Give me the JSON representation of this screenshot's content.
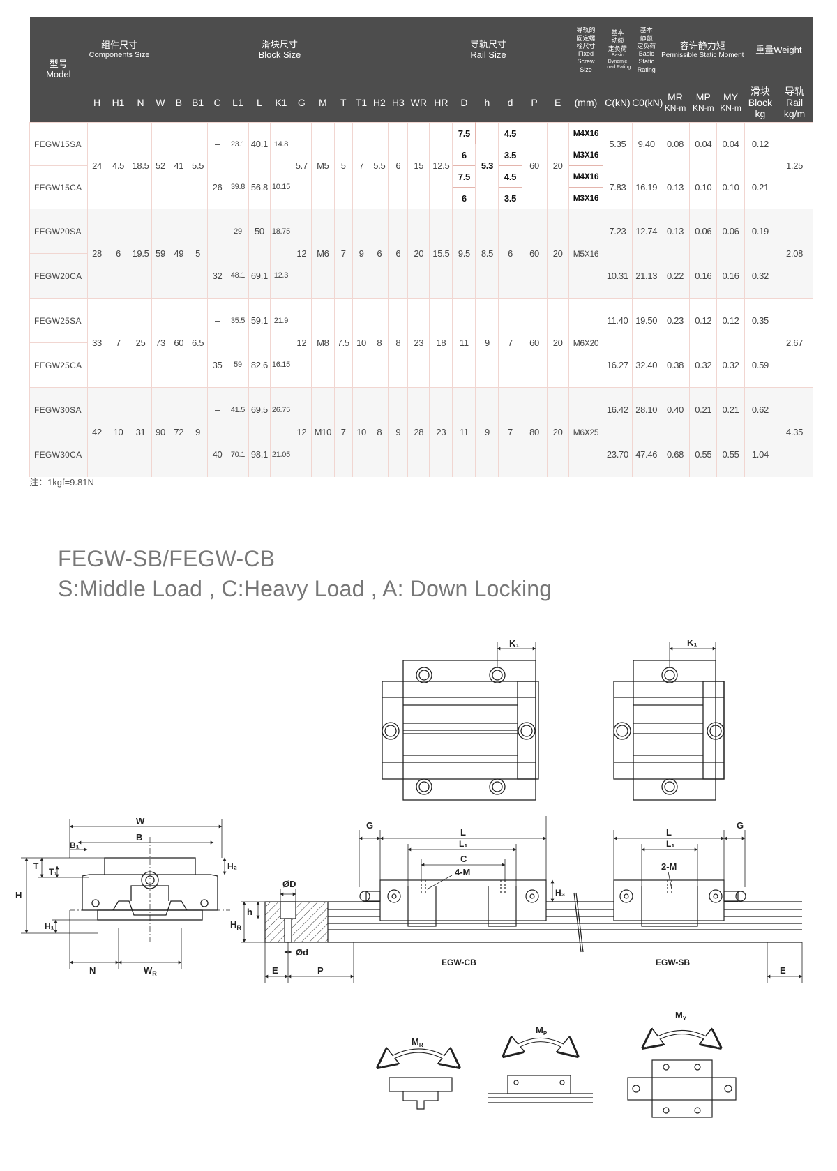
{
  "header": {
    "model_cn": "型号",
    "model_en": "Model",
    "components_cn": "组件尺寸",
    "components_en": "Components Size",
    "block_cn": "滑块尺寸",
    "block_en": "Block Size",
    "rail_cn": "导轨尺寸",
    "rail_en": "Rail Size",
    "screw_cn1": "导轨的",
    "screw_cn2": "固定螺",
    "screw_cn3": "栓尺寸",
    "screw_en1": "Fixed",
    "screw_en2": "Screw",
    "screw_en3": "Size",
    "dyn_cn1": "基本",
    "dyn_cn2": "动额",
    "dyn_cn3": "定负荷",
    "dyn_en1": "Basic Dynamic",
    "dyn_en2": "Load Rating",
    "stat_cn1": "基本",
    "stat_cn2": "静额",
    "stat_cn3": "定负荷",
    "stat_en1": "Basic",
    "stat_en2": "Static",
    "stat_en3": "Rating",
    "moment_cn": "容许静力矩",
    "moment_en": "Permissible Static Moment",
    "weight": "重量Weight",
    "block_w_cn": "滑块",
    "block_w_en": "Block",
    "block_w_unit": "kg",
    "rail_w_cn": "导轨",
    "rail_w_en": "Rail",
    "rail_w_unit": "kg/m",
    "cols": [
      "H",
      "H1",
      "N",
      "W",
      "B",
      "B1",
      "C",
      "L1",
      "L",
      "K1",
      "G",
      "M",
      "T",
      "T1",
      "H2",
      "H3",
      "WR",
      "HR",
      "D",
      "h",
      "d",
      "P",
      "E",
      "(mm)",
      "C(kN)",
      "C0(kN)"
    ],
    "moment_cols": [
      "MR",
      "MP",
      "MY"
    ],
    "moment_unit": "KN-m"
  },
  "rows": {
    "fegw15": {
      "sa": "FEGW15SA",
      "ca": "FEGW15CA",
      "H": "24",
      "H1": "4.5",
      "N": "18.5",
      "W": "52",
      "B": "41",
      "B1": "5.5",
      "C_sa": "–",
      "C_ca": "26",
      "L1_sa": "23.1",
      "L1_ca": "39.8",
      "L_sa": "40.1",
      "L_ca": "56.8",
      "K1_sa": "14.8",
      "K1_ca": "10.15",
      "G": "5.7",
      "M": "M5",
      "T": "5",
      "T1": "7",
      "H2": "5.5",
      "H3": "6",
      "WR": "15",
      "HR": "12.5",
      "D1": "7.5",
      "D2": "6",
      "D3": "7.5",
      "D4": "6",
      "h": "5.3",
      "d1": "4.5",
      "d2": "3.5",
      "d3": "4.5",
      "d4": "3.5",
      "P": "60",
      "E": "20",
      "S1": "M4X16",
      "S2": "M3X16",
      "S3": "M4X16",
      "S4": "M3X16",
      "Cdyn_sa": "5.35",
      "Cdyn_ca": "7.83",
      "C0_sa": "9.40",
      "C0_ca": "16.19",
      "MR_sa": "0.08",
      "MR_ca": "0.13",
      "MP_sa": "0.04",
      "MP_ca": "0.10",
      "MY_sa": "0.04",
      "MY_ca": "0.10",
      "block_sa": "0.12",
      "block_ca": "0.21",
      "rail": "1.25"
    },
    "fegw20": {
      "sa": "FEGW20SA",
      "ca": "FEGW20CA",
      "H": "28",
      "H1": "6",
      "N": "19.5",
      "W": "59",
      "B": "49",
      "B1": "5",
      "C_sa": "–",
      "C_ca": "32",
      "L1_sa": "29",
      "L1_ca": "48.1",
      "L_sa": "50",
      "L_ca": "69.1",
      "K1_sa": "18.75",
      "K1_ca": "12.3",
      "G": "12",
      "M": "M6",
      "T": "7",
      "T1": "9",
      "H2": "6",
      "H3": "6",
      "WR": "20",
      "HR": "15.5",
      "D": "9.5",
      "h": "8.5",
      "d": "6",
      "P": "60",
      "E": "20",
      "S": "M5X16",
      "Cdyn_sa": "7.23",
      "Cdyn_ca": "10.31",
      "C0_sa": "12.74",
      "C0_ca": "21.13",
      "MR_sa": "0.13",
      "MR_ca": "0.22",
      "MP_sa": "0.06",
      "MP_ca": "0.16",
      "MY_sa": "0.06",
      "MY_ca": "0.16",
      "block_sa": "0.19",
      "block_ca": "0.32",
      "rail": "2.08"
    },
    "fegw25": {
      "sa": "FEGW25SA",
      "ca": "FEGW25CA",
      "H": "33",
      "H1": "7",
      "N": "25",
      "W": "73",
      "B": "60",
      "B1": "6.5",
      "C_sa": "–",
      "C_ca": "35",
      "L1_sa": "35.5",
      "L1_ca": "59",
      "L_sa": "59.1",
      "L_ca": "82.6",
      "K1_sa": "21.9",
      "K1_ca": "16.15",
      "G": "12",
      "M": "M8",
      "T": "7.5",
      "T1": "10",
      "H2": "8",
      "H3": "8",
      "WR": "23",
      "HR": "18",
      "D": "11",
      "h": "9",
      "d": "7",
      "P": "60",
      "E": "20",
      "S": "M6X20",
      "Cdyn_sa": "11.40",
      "Cdyn_ca": "16.27",
      "C0_sa": "19.50",
      "C0_ca": "32.40",
      "MR_sa": "0.23",
      "MR_ca": "0.38",
      "MP_sa": "0.12",
      "MP_ca": "0.32",
      "MY_sa": "0.12",
      "MY_ca": "0.32",
      "block_sa": "0.35",
      "block_ca": "0.59",
      "rail": "2.67"
    },
    "fegw30": {
      "sa": "FEGW30SA",
      "ca": "FEGW30CA",
      "H": "42",
      "H1": "10",
      "N": "31",
      "W": "90",
      "B": "72",
      "B1": "9",
      "C_sa": "–",
      "C_ca": "40",
      "L1_sa": "41.5",
      "L1_ca": "70.1",
      "L_sa": "69.5",
      "L_ca": "98.1",
      "K1_sa": "26.75",
      "K1_ca": "21.05",
      "G": "12",
      "M": "M10",
      "T": "7",
      "T1": "10",
      "H2": "8",
      "H3": "9",
      "WR": "28",
      "HR": "23",
      "D": "11",
      "h": "9",
      "d": "7",
      "P": "80",
      "E": "20",
      "S": "M6X25",
      "Cdyn_sa": "16.42",
      "Cdyn_ca": "23.70",
      "C0_sa": "28.10",
      "C0_ca": "47.46",
      "MR_sa": "0.40",
      "MR_ca": "0.68",
      "MP_sa": "0.21",
      "MP_ca": "0.55",
      "MY_sa": "0.21",
      "MY_ca": "0.55",
      "block_sa": "0.62",
      "block_ca": "1.04",
      "rail": "4.35"
    }
  },
  "note": "注：1kgf=9.81N",
  "titles": {
    "line1": "FEGW-SB/FEGW-CB",
    "line2": "S:Middle Load  , C:Heavy Load , A: Down  Locking"
  },
  "drawing": {
    "K1": "K₁",
    "G": "G",
    "L": "L",
    "L1": "L₁",
    "C": "C",
    "4M": "4-M",
    "2M": "2-M",
    "H3": "H₃",
    "W": "W",
    "B": "B",
    "B1": "B₁",
    "T": "T",
    "T1": "T₁",
    "H2": "H₂",
    "H": "H",
    "H1": "H₁",
    "N": "N",
    "WR": "W",
    "WR_sub": "R",
    "OD": "ØD",
    "Od": "Ød",
    "h": "h",
    "HR": "H",
    "HR_sub": "R",
    "E": "E",
    "P": "P",
    "cb_name": "EGW-CB",
    "sb_name": "EGW-SB",
    "MR": "M",
    "MR_sub": "R",
    "MP": "M",
    "MP_sub": "P",
    "MY": "M",
    "MY_sub": "Y"
  }
}
